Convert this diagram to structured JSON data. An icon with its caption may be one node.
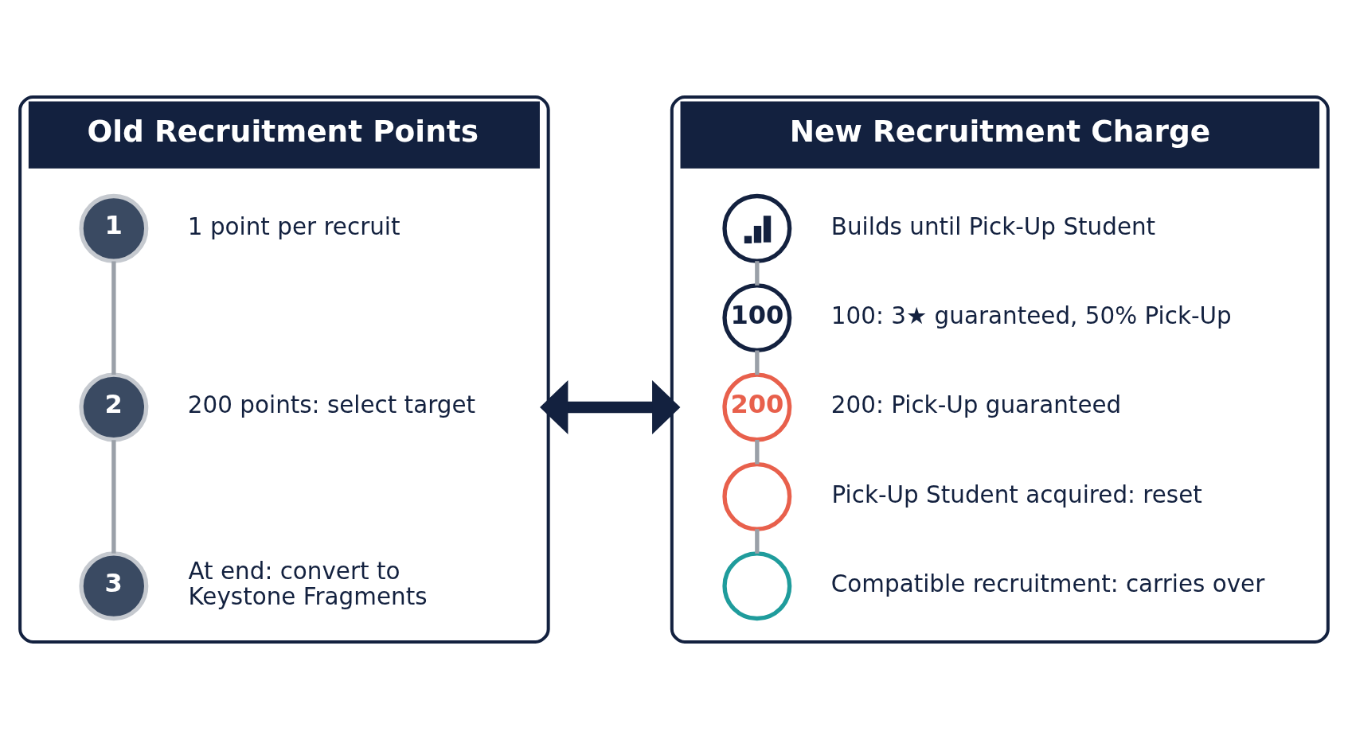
{
  "diagram": {
    "nodes": [
      {
        "text": [
          "Old Recruitment Points"
        ]
      },
      {
        "text": [
          "1"
        ],
        "in": 0,
        "beside": [
          "1 point per recruit"
        ]
      },
      {
        "text": [
          "2"
        ],
        "in": 0,
        "beside": [
          "200 points: select target"
        ]
      },
      {
        "text": [
          "3"
        ],
        "in": 0,
        "beside": [
          "At end: convert to Keystone Fragments"
        ]
      },
      {
        "text": [
          "New Recruitment Charge"
        ]
      },
      {
        "text": [],
        "shape": "circle",
        "in": 4,
        "beside": [
          "Builds until Pick-Up Student"
        ]
      },
      {
        "text": [
          "100"
        ],
        "in": 4,
        "beside": [
          "100: 3★ guaranteed, 50% Pick-Up"
        ]
      },
      {
        "text": [
          "200"
        ],
        "in": 4,
        "beside": [
          "200: Pick-Up guaranteed"
        ]
      },
      {
        "text": [],
        "shape": "circle",
        "in": 4,
        "beside": [
          "Pick-Up Student acquired: reset"
        ]
      },
      {
        "text": [],
        "shape": "circle",
        "in": 4,
        "beside": [
          "Compatible recruitment: carries over"
        ]
      }
    ],
    "edges": [
      {
        "from": 1,
        "to": 2,
        "arrow": "none"
      },
      {
        "from": 2,
        "to": 3,
        "arrow": "none"
      },
      {
        "from": 5,
        "to": 6,
        "arrow": "none"
      },
      {
        "from": 6,
        "to": 7,
        "arrow": "none"
      },
      {
        "from": 7,
        "to": 8,
        "arrow": "none"
      },
      {
        "from": 8,
        "to": 9,
        "arrow": "none"
      },
      {
        "from": 0,
        "to": 4,
        "arrow": "both",
        "style": "thick",
        "color": "#13213f"
      }
    ]
  }
}
